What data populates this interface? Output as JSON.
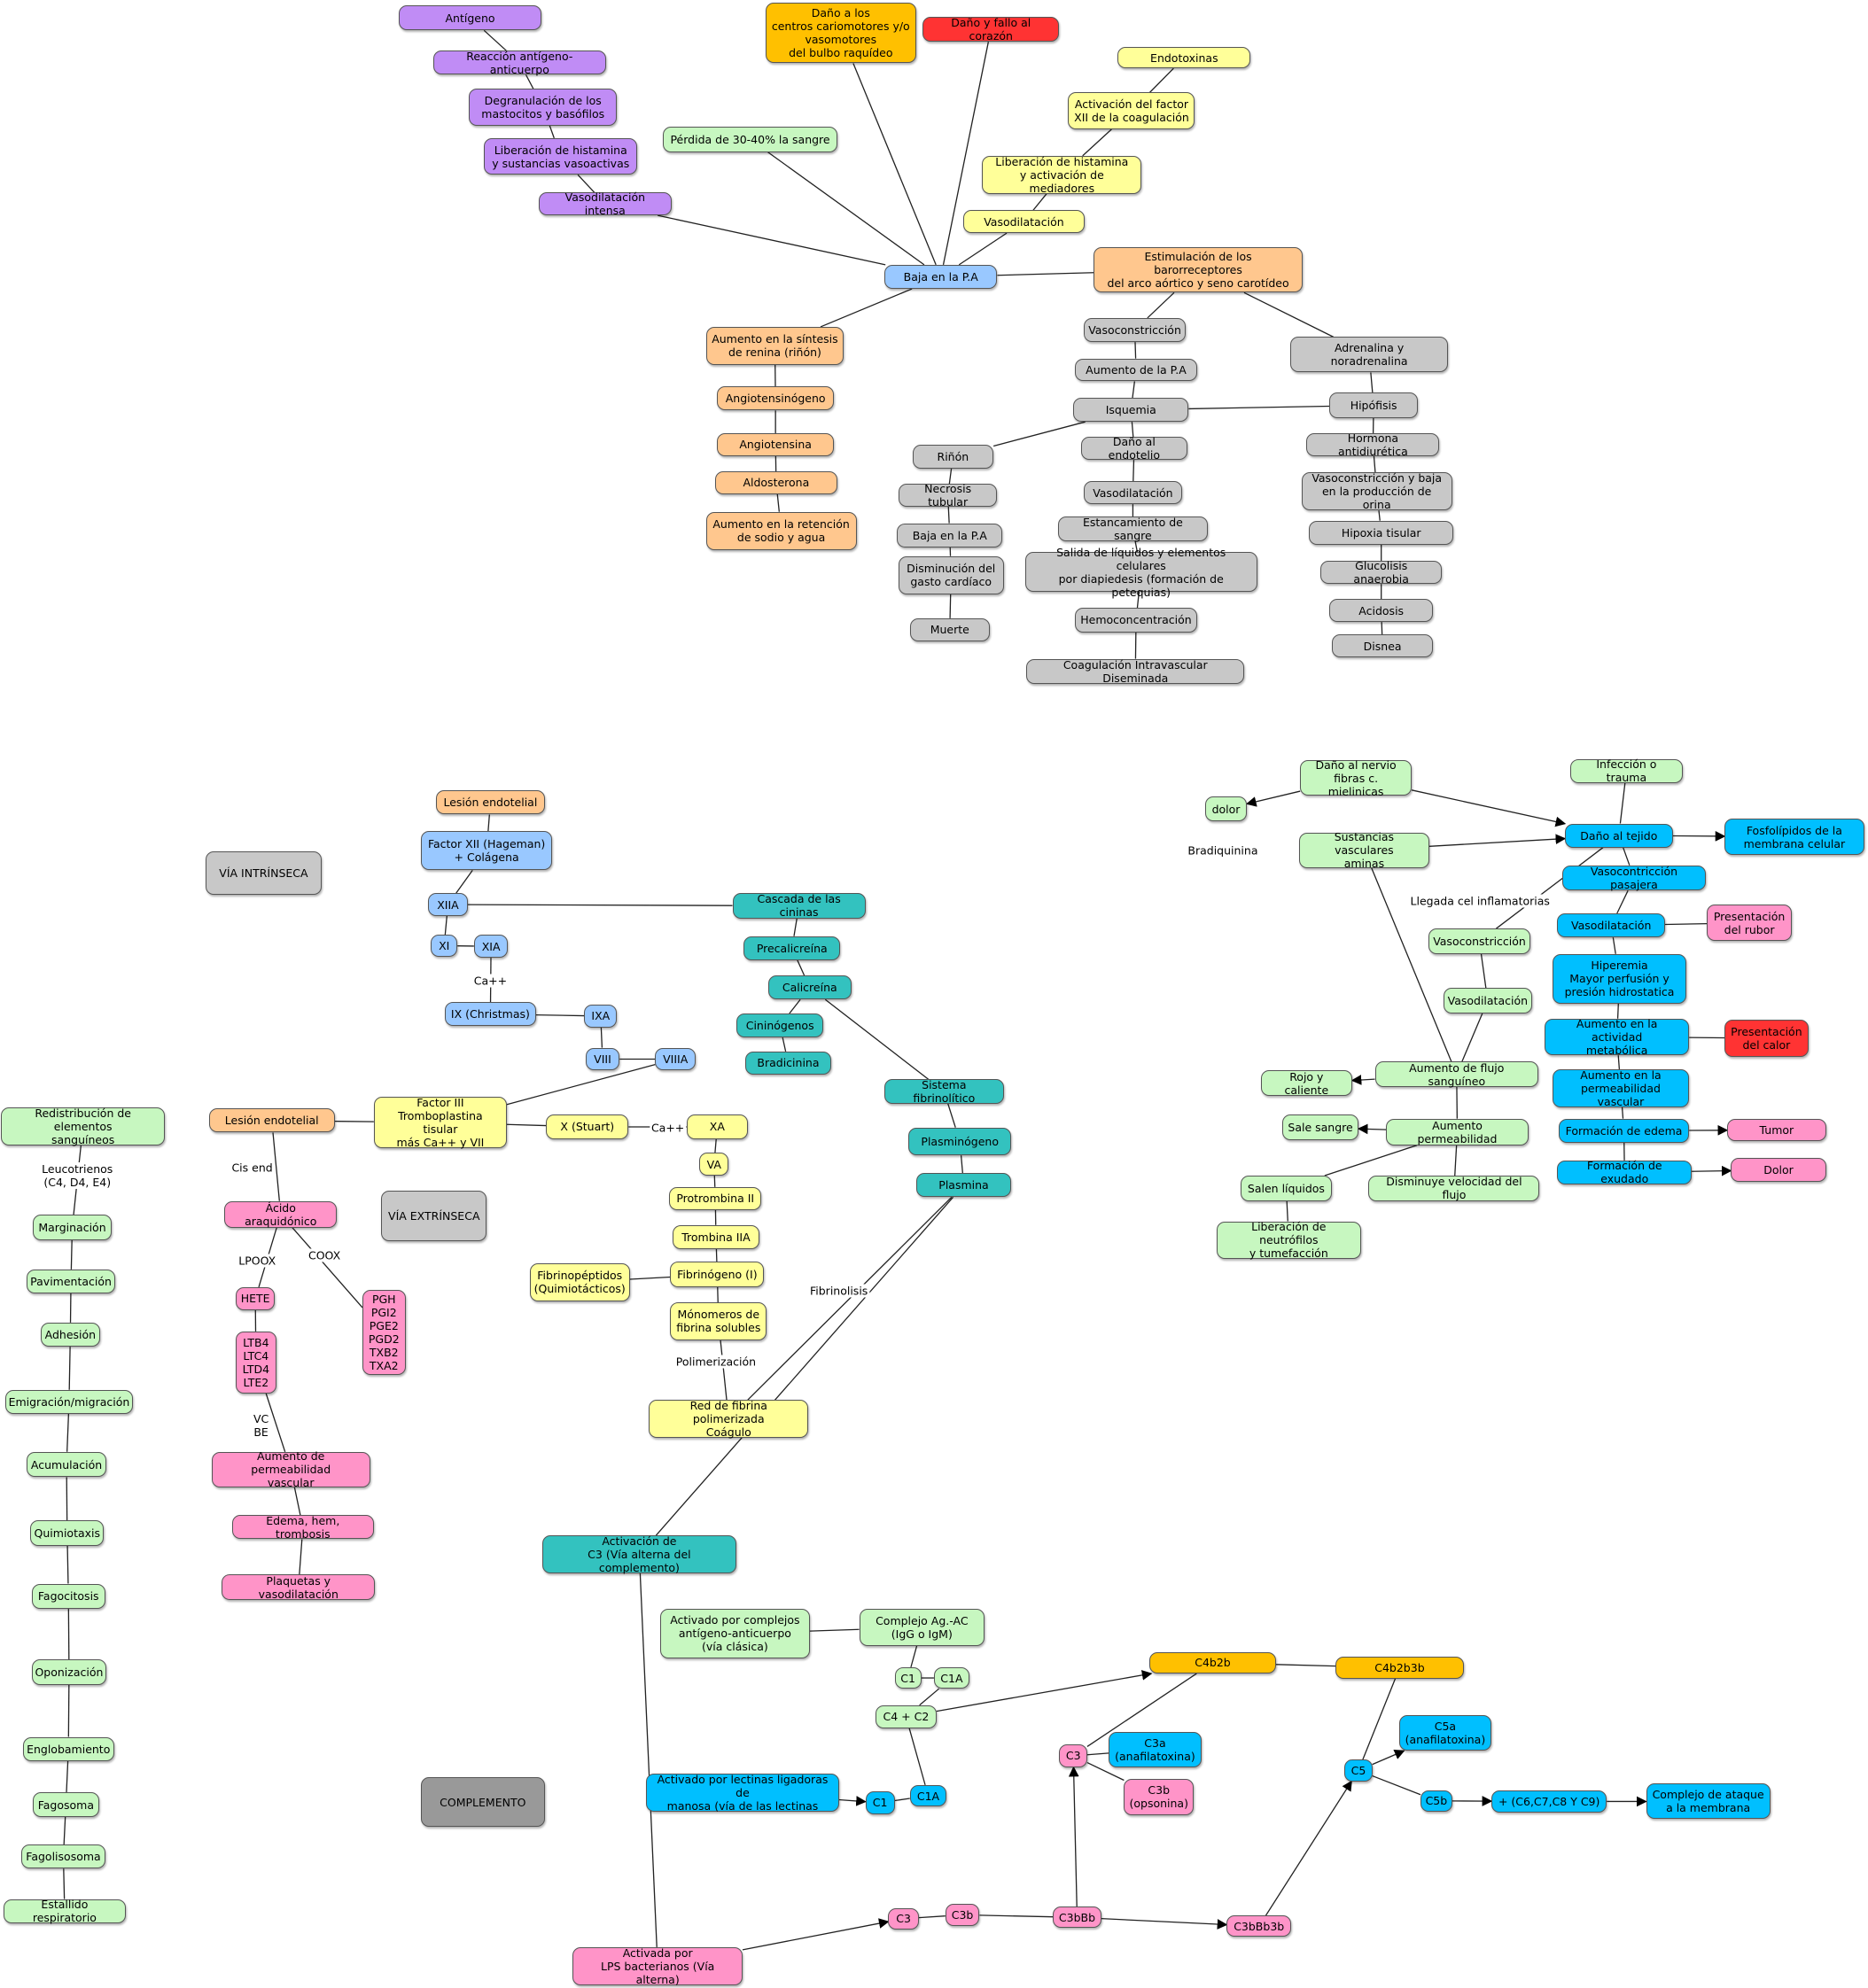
{
  "colors": {
    "purple": "#c08cf5",
    "yellow": "#ffff99",
    "orange": "#ffc78e",
    "gold": "#ffc000",
    "red": "#ff3333",
    "green": "#c7f7c0",
    "blue": "#99c8ff",
    "gray": "#c8c8c8",
    "darkgray": "#999999",
    "teal": "#33c2bf",
    "cyan": "#00bfff",
    "pink": "#ff94c8"
  },
  "nodes": [
    {
      "id": "antigeno",
      "t": "Antígeno",
      "c": "purple"
    },
    {
      "id": "reaccion",
      "t": "Reacción antígeno-anticuerpo",
      "c": "purple"
    },
    {
      "id": "degran",
      "t": "Degranulación de los\nmastocitos y basófilos",
      "c": "purple"
    },
    {
      "id": "libhist1",
      "t": "Liberación de histamina\ny sustancias vasoactivas",
      "c": "purple"
    },
    {
      "id": "vasoint",
      "t": "Vasodilatación intensa",
      "c": "purple"
    },
    {
      "id": "danobulbo",
      "t": "Daño a los\ncentros cariomotores y/o\nvasomotores\ndel bulbo raquídeo",
      "c": "gold"
    },
    {
      "id": "fallocor",
      "t": "Daño y fallo al corazón",
      "c": "red"
    },
    {
      "id": "endotox",
      "t": "Endotoxinas",
      "c": "yellow"
    },
    {
      "id": "factxii",
      "t": "Activación del factor\nXII de la coagulación",
      "c": "yellow"
    },
    {
      "id": "libhist2",
      "t": "Liberación de histamina\ny activación de mediadores",
      "c": "yellow"
    },
    {
      "id": "vasod1",
      "t": "Vasodilatación",
      "c": "yellow"
    },
    {
      "id": "perdida",
      "t": "Pérdida de 30-40% la sangre",
      "c": "green"
    },
    {
      "id": "bajapa",
      "t": "Baja en la P.A",
      "c": "blue"
    },
    {
      "id": "estbaro",
      "t": "Estimulación de los barorreceptores\ndel arco aórtico y seno carotídeo",
      "c": "orange"
    },
    {
      "id": "renina",
      "t": "Aumento en la síntesis\nde renina (riñón)",
      "c": "orange"
    },
    {
      "id": "angiotno",
      "t": "Angiotensinógeno",
      "c": "orange"
    },
    {
      "id": "angiot",
      "t": "Angiotensina",
      "c": "orange"
    },
    {
      "id": "aldost",
      "t": "Aldosterona",
      "c": "orange"
    },
    {
      "id": "retencion",
      "t": "Aumento en la retención\nde sodio y agua",
      "c": "orange"
    },
    {
      "id": "vasocon1",
      "t": "Vasoconstricción",
      "c": "gray"
    },
    {
      "id": "aumpa",
      "t": "Aumento de la P.A",
      "c": "gray"
    },
    {
      "id": "isquemia",
      "t": "Isquemia",
      "c": "gray"
    },
    {
      "id": "adren",
      "t": "Adrenalina y noradrenalina",
      "c": "gray"
    },
    {
      "id": "hipofisis",
      "t": "Hipófisis",
      "c": "gray"
    },
    {
      "id": "rinon",
      "t": "Riñón",
      "c": "gray"
    },
    {
      "id": "danoendo",
      "t": "Daño al endotelio",
      "c": "gray"
    },
    {
      "id": "hormanti",
      "t": "Hormona antidiurética",
      "c": "gray"
    },
    {
      "id": "necrosis",
      "t": "Necrosis tubular",
      "c": "gray"
    },
    {
      "id": "vasod2",
      "t": "Vasodilatación",
      "c": "gray"
    },
    {
      "id": "vasocbaja",
      "t": "Vasoconstricción y baja\nen la producción de orina",
      "c": "gray"
    },
    {
      "id": "bajapa2",
      "t": "Baja en la P.A",
      "c": "gray"
    },
    {
      "id": "estanc",
      "t": "Estancamiento de sangre",
      "c": "gray"
    },
    {
      "id": "hipoxia",
      "t": "Hipoxia tisular",
      "c": "gray"
    },
    {
      "id": "dismgasto",
      "t": "Disminución del\ngasto cardíaco",
      "c": "gray"
    },
    {
      "id": "salida",
      "t": "Salida de líquidos y elementos celulares\npor diapiedesis (formación de petequias)",
      "c": "gray"
    },
    {
      "id": "glucolisis",
      "t": "Glucolisis anaerobia",
      "c": "gray"
    },
    {
      "id": "acidosis",
      "t": "Acidosis",
      "c": "gray"
    },
    {
      "id": "hemocon",
      "t": "Hemoconcentración",
      "c": "gray"
    },
    {
      "id": "muerte",
      "t": "Muerte",
      "c": "gray"
    },
    {
      "id": "disnea",
      "t": "Disnea",
      "c": "gray"
    },
    {
      "id": "cid",
      "t": "Coagulación Intravascular Diseminada",
      "c": "gray"
    },
    {
      "id": "lesend1",
      "t": "Lesión endotelial",
      "c": "orange"
    },
    {
      "id": "fxii",
      "t": "Factor XII (Hageman)\n+ Colágena",
      "c": "blue"
    },
    {
      "id": "viaint",
      "t": "VÍA INTRÍNSECA",
      "c": "gray"
    },
    {
      "id": "xiia",
      "t": "XIIA",
      "c": "blue"
    },
    {
      "id": "cascada",
      "t": "Cascada de las cininas",
      "c": "teal"
    },
    {
      "id": "xi",
      "t": "XI",
      "c": "blue"
    },
    {
      "id": "xia",
      "t": "XIA",
      "c": "blue"
    },
    {
      "id": "precal",
      "t": "Precalicreína",
      "c": "teal"
    },
    {
      "id": "calicr",
      "t": "Calicreína",
      "c": "teal"
    },
    {
      "id": "ix",
      "t": "IX (Christmas)",
      "c": "blue"
    },
    {
      "id": "ixa",
      "t": "IXA",
      "c": "blue"
    },
    {
      "id": "cininog",
      "t": "Cininógenos",
      "c": "teal"
    },
    {
      "id": "viii",
      "t": "VIII",
      "c": "blue"
    },
    {
      "id": "viiia",
      "t": "VIIIA",
      "c": "blue"
    },
    {
      "id": "bradic",
      "t": "Bradicinina",
      "c": "teal"
    },
    {
      "id": "sistfib",
      "t": "Sistema fibrinolítico",
      "c": "teal"
    },
    {
      "id": "lesend2",
      "t": "Lesión endotelial",
      "c": "orange"
    },
    {
      "id": "factiii",
      "t": "Factor III\nTromboplastina tisular\nmás Ca++ y VII",
      "c": "yellow"
    },
    {
      "id": "xstuart",
      "t": "X (Stuart)",
      "c": "yellow"
    },
    {
      "id": "xa",
      "t": "XA",
      "c": "yellow"
    },
    {
      "id": "plasminog",
      "t": "Plasminógeno",
      "c": "teal"
    },
    {
      "id": "va",
      "t": "VA",
      "c": "yellow"
    },
    {
      "id": "plasmina",
      "t": "Plasmina",
      "c": "teal"
    },
    {
      "id": "protromb",
      "t": "Protrombina II",
      "c": "yellow"
    },
    {
      "id": "viaext",
      "t": "VÍA EXTRÍNSECA",
      "c": "gray"
    },
    {
      "id": "acaraq",
      "t": "Ácido araquidónico",
      "c": "pink"
    },
    {
      "id": "trombina",
      "t": "Trombina IIA",
      "c": "yellow"
    },
    {
      "id": "fibrinog",
      "t": "Fibrinógeno (I)",
      "c": "yellow"
    },
    {
      "id": "fibrinop",
      "t": "Fibrinopéptidos\n(Quimiotácticos)",
      "c": "yellow"
    },
    {
      "id": "hete",
      "t": "HETE",
      "c": "pink"
    },
    {
      "id": "pgh",
      "t": "PGH\nPGI2\nPGE2\nPGD2\nTXB2\nTXA2",
      "c": "pink"
    },
    {
      "id": "monomeros",
      "t": "Mónomeros de\nfibrina solubles",
      "c": "yellow"
    },
    {
      "id": "ltb4",
      "t": "LTB4\nLTC4\nLTD4\nLTE2",
      "c": "pink"
    },
    {
      "id": "redfib",
      "t": "Red de fibrina polimerizada\nCoágulo",
      "c": "yellow"
    },
    {
      "id": "aumperm1",
      "t": "Aumento de permeabilidad\nvascular",
      "c": "pink"
    },
    {
      "id": "edema1",
      "t": "Edema, hem, trombosis",
      "c": "pink"
    },
    {
      "id": "plaquetas",
      "t": "Plaquetas y vasodilatación",
      "c": "pink"
    },
    {
      "id": "redist",
      "t": "Redistribución de elementos\nsanguíneos",
      "c": "green"
    },
    {
      "id": "marg",
      "t": "Marginación",
      "c": "green"
    },
    {
      "id": "pavim",
      "t": "Pavimentación",
      "c": "green"
    },
    {
      "id": "adhes",
      "t": "Adhesión",
      "c": "green"
    },
    {
      "id": "emigr",
      "t": "Emigración/migración",
      "c": "green"
    },
    {
      "id": "acumul",
      "t": "Acumulación",
      "c": "green"
    },
    {
      "id": "quimiot",
      "t": "Quimiotaxis",
      "c": "green"
    },
    {
      "id": "fagoc",
      "t": "Fagocitosis",
      "c": "green"
    },
    {
      "id": "opon",
      "t": "Oponización",
      "c": "green"
    },
    {
      "id": "englob",
      "t": "Englobamiento",
      "c": "green"
    },
    {
      "id": "fagos",
      "t": "Fagosoma",
      "c": "green"
    },
    {
      "id": "fagolis",
      "t": "Fagolisosoma",
      "c": "green"
    },
    {
      "id": "estall",
      "t": "Estallido respiratorio",
      "c": "green"
    },
    {
      "id": "danonervio",
      "t": "Daño al nervio\nfibras c. mielinicas",
      "c": "green"
    },
    {
      "id": "infeccion",
      "t": "Infección o trauma",
      "c": "green"
    },
    {
      "id": "dolor1",
      "t": "dolor",
      "c": "green"
    },
    {
      "id": "danotejido",
      "t": "Daño al tejido",
      "c": "cyan"
    },
    {
      "id": "fosfolip",
      "t": "Fosfolípidos de la\nmembrana celular",
      "c": "cyan"
    },
    {
      "id": "sustvasc",
      "t": "Sustancias vasculares\naminas",
      "c": "green"
    },
    {
      "id": "vasocpas",
      "t": "Vasocontricción pasajera",
      "c": "cyan"
    },
    {
      "id": "vasod3",
      "t": "Vasodilatación",
      "c": "cyan"
    },
    {
      "id": "rubor",
      "t": "Presentación\ndel rubor",
      "c": "pink"
    },
    {
      "id": "vasocon2",
      "t": "Vasoconstricción",
      "c": "green"
    },
    {
      "id": "hiperemia",
      "t": "Hiperemia\nMayor perfusión y\npresión hidrostatica",
      "c": "cyan"
    },
    {
      "id": "vasod4",
      "t": "Vasodilatación",
      "c": "green"
    },
    {
      "id": "aumact",
      "t": "Aumento en la actividad\nmetabólica",
      "c": "cyan"
    },
    {
      "id": "calor",
      "t": "Presentación\ndel calor",
      "c": "red"
    },
    {
      "id": "aumflujo",
      "t": "Aumento de flujo sanguíneo",
      "c": "green"
    },
    {
      "id": "rojo",
      "t": "Rojo y caliente",
      "c": "green"
    },
    {
      "id": "aumperm2",
      "t": "Aumento en la\npermeabilidad vascular",
      "c": "cyan"
    },
    {
      "id": "salesangre",
      "t": "Sale sangre",
      "c": "green"
    },
    {
      "id": "aumperm3",
      "t": "Aumento permeabilidad",
      "c": "green"
    },
    {
      "id": "formedema",
      "t": "Formación de edema",
      "c": "cyan"
    },
    {
      "id": "tumor",
      "t": "Tumor",
      "c": "pink"
    },
    {
      "id": "formexud",
      "t": "Formación de exudado",
      "c": "cyan"
    },
    {
      "id": "dolor2",
      "t": "Dolor",
      "c": "pink"
    },
    {
      "id": "salenliq",
      "t": "Salen líquidos",
      "c": "green"
    },
    {
      "id": "disminuye",
      "t": "Disminuye velocidad del flujo",
      "c": "green"
    },
    {
      "id": "libneutro",
      "t": "Liberación de neutrófilos\ny tumefacción",
      "c": "green"
    },
    {
      "id": "activc3",
      "t": "Activación de\nC3 (Vía alterna del complemento)",
      "c": "teal"
    },
    {
      "id": "actcomp",
      "t": "Activado por complejos\nantígeno-anticuerpo\n(vía clásica)",
      "c": "green"
    },
    {
      "id": "complag",
      "t": "Complejo Ag.-AC\n(IgG o IgM)",
      "c": "green"
    },
    {
      "id": "c4b2b",
      "t": "C4b2b",
      "c": "gold"
    },
    {
      "id": "c4b2b3b",
      "t": "C4b2b3b",
      "c": "gold"
    },
    {
      "id": "c1a",
      "t": "C1",
      "c": "green"
    },
    {
      "id": "c1aa",
      "t": "C1A",
      "c": "green"
    },
    {
      "id": "c4c2",
      "t": "C4 + C2",
      "c": "green"
    },
    {
      "id": "c5a",
      "t": "C5a\n(anafilatoxina)",
      "c": "cyan"
    },
    {
      "id": "c3top",
      "t": "C3",
      "c": "pink"
    },
    {
      "id": "c3a",
      "t": "C3a\n(anafilatoxina)",
      "c": "cyan"
    },
    {
      "id": "compl",
      "t": "COMPLEMENTO",
      "c": "darkgray"
    },
    {
      "id": "actlect",
      "t": "Activado por lectinas ligadoras de\nmanosa (vía de las lectinas",
      "c": "cyan"
    },
    {
      "id": "c1b",
      "t": "C1",
      "c": "cyan"
    },
    {
      "id": "c1ab",
      "t": "C1A",
      "c": "cyan"
    },
    {
      "id": "c3b",
      "t": "C3b\n(opsonina)",
      "c": "pink"
    },
    {
      "id": "c5",
      "t": "C5",
      "c": "cyan"
    },
    {
      "id": "c5b",
      "t": "C5b",
      "c": "cyan"
    },
    {
      "id": "c6c9",
      "t": "+ (C6,C7,C8 Y C9)",
      "c": "cyan"
    },
    {
      "id": "complataq",
      "t": "Complejo de ataque\na la membrana",
      "c": "cyan"
    },
    {
      "id": "c3bot",
      "t": "C3",
      "c": "pink"
    },
    {
      "id": "c3bbot",
      "t": "C3b",
      "c": "pink"
    },
    {
      "id": "c3bbb",
      "t": "C3bBb",
      "c": "pink"
    },
    {
      "id": "c3bbb3b",
      "t": "C3bBb3b",
      "c": "pink"
    },
    {
      "id": "actlps",
      "t": "Activada por\nLPS bacterianos (Vía alterna)",
      "c": "pink"
    }
  ],
  "labels": [
    {
      "id": "l_ca1",
      "t": "Ca++"
    },
    {
      "id": "l_ca2",
      "t": "Ca++"
    },
    {
      "id": "l_cisend",
      "t": "Cis end"
    },
    {
      "id": "l_leuco",
      "t": "Leucotrienos\n(C4, D4, E4)"
    },
    {
      "id": "l_lpoox",
      "t": "LPOOX"
    },
    {
      "id": "l_coox",
      "t": "COOX"
    },
    {
      "id": "l_vcbe",
      "t": "VC\nBE"
    },
    {
      "id": "l_fibrinolisis",
      "t": "Fibrinolisis"
    },
    {
      "id": "l_polim",
      "t": "Polimerización"
    },
    {
      "id": "l_bradiq",
      "t": "Bradiquinina"
    },
    {
      "id": "l_llegada",
      "t": "Llegada cel inflamatorias"
    }
  ]
}
